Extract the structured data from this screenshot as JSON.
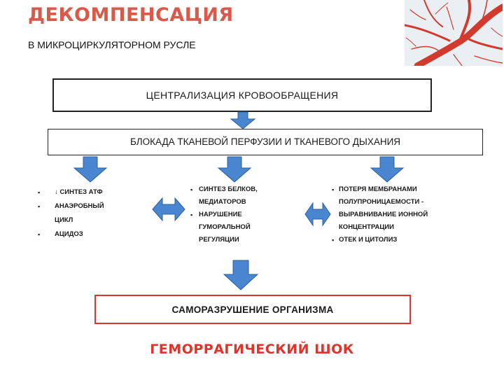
{
  "header": {
    "title": "ДЕКОМПЕНСАЦИЯ",
    "subtitle": "В МИКРОЦИРКУЛЯТОРНОМ РУСЛЕ"
  },
  "image": {
    "alt": "vessel-network-image"
  },
  "boxes": {
    "centralization": "ЦЕНТРАЛИЗАЦИЯ КРОВООБРАЩЕНИЯ",
    "blockade": "БЛОКАДА ТКАНЕВОЙ ПЕРФУЗИИ И ТКАНЕВОГО ДЫХАНИЯ",
    "left_items": [
      "↓ СИНТЕЗ АТФ",
      "АНАЭРОБНЫЙ\nЦИКЛ",
      "АЦИДОЗ"
    ],
    "mid_items": [
      "СИНТЕЗ БЕЛКОВ,\nМЕДИАТОРОВ",
      "НАРУШЕНИЕ\nГУМОРАЛЬНОЙ\nРЕГУЛЯЦИИ"
    ],
    "right_items": [
      "ПОТЕРЯ МЕМБРАНАМИ\nПОЛУПРОНИЦАЕМОСТИ -\nВЫРАВНИВАНИЕ ИОННОЙ\nКОНЦЕНТРАЦИИ",
      "ОТЕК И ЦИТОЛИЗ"
    ],
    "self_destruction": "САМОРАЗРУШЕНИЕ ОРГАНИЗМА"
  },
  "footer": {
    "shock": "ГЕМОРРАГИЧЕСКИЙ ШОК"
  },
  "colors": {
    "title": "#d9594a",
    "arrow": "#4a86cf",
    "shock": "#e0332a",
    "collapse_border": "#dd3333"
  }
}
